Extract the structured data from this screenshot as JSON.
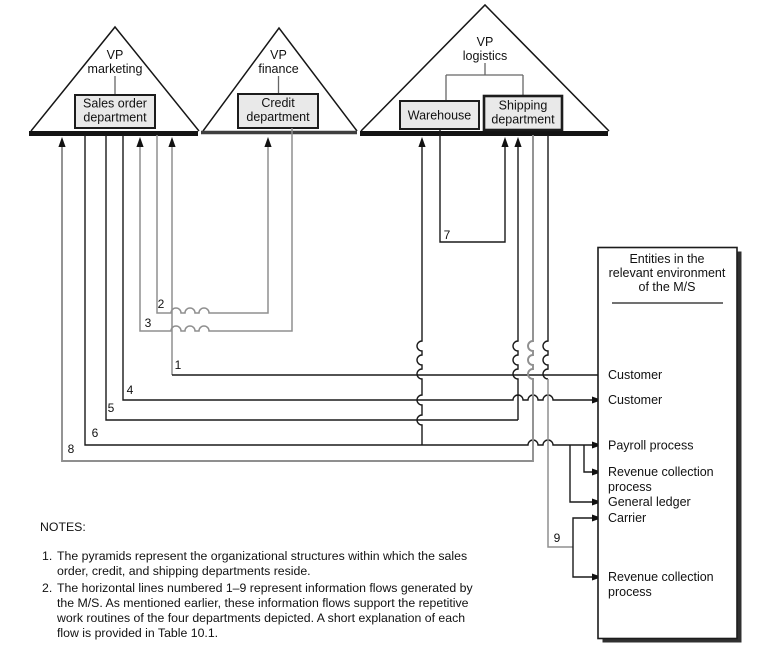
{
  "colors": {
    "line_black": "#1a1a1a",
    "line_gray": "#8f8f8f",
    "box_fill": "#e9e9e9",
    "box_stroke": "#1c1c1c",
    "shadow": "#303030",
    "background": "#ffffff"
  },
  "pyramids": {
    "marketing": {
      "vp_line1": "VP",
      "vp_line2": "marketing",
      "dept_line1": "Sales order",
      "dept_line2": "department"
    },
    "finance": {
      "vp_line1": "VP",
      "vp_line2": "finance",
      "dept_line1": "Credit",
      "dept_line2": "department"
    },
    "logistics": {
      "vp_line1": "VP",
      "vp_line2": "logistics",
      "warehouse_label": "Warehouse",
      "shipping_line1": "Shipping",
      "shipping_line2": "department"
    }
  },
  "flow_labels": {
    "f1": "1",
    "f2": "2",
    "f3": "3",
    "f4": "4",
    "f5": "5",
    "f6": "6",
    "f7": "7",
    "f8": "8",
    "f9": "9"
  },
  "entities_box": {
    "title_line1": "Entities in the",
    "title_line2": "relevant environment",
    "title_line3": "of the M/S",
    "customer1": "Customer",
    "customer2": "Customer",
    "payroll": "Payroll process",
    "revenue1_line1": "Revenue collection",
    "revenue1_line2": "process",
    "general_ledger": "General ledger",
    "carrier": "Carrier",
    "revenue2_line1": "Revenue collection",
    "revenue2_line2": "process"
  },
  "notes": {
    "heading": "NOTES:",
    "item1_num": "1.",
    "item1_line1": "The pyramids represent the organizational structures within which the sales",
    "item1_line2": "order, credit, and shipping departments reside.",
    "item2_num": "2.",
    "item2_line1": "The horizontal lines numbered 1–9 represent information flows generated by",
    "item2_line2": "the M/S.  As mentioned earlier, these information flows support the repetitive",
    "item2_line3": "work routines of the four departments depicted.  A short explanation of each",
    "item2_line4": "flow is provided in Table 10.1."
  }
}
